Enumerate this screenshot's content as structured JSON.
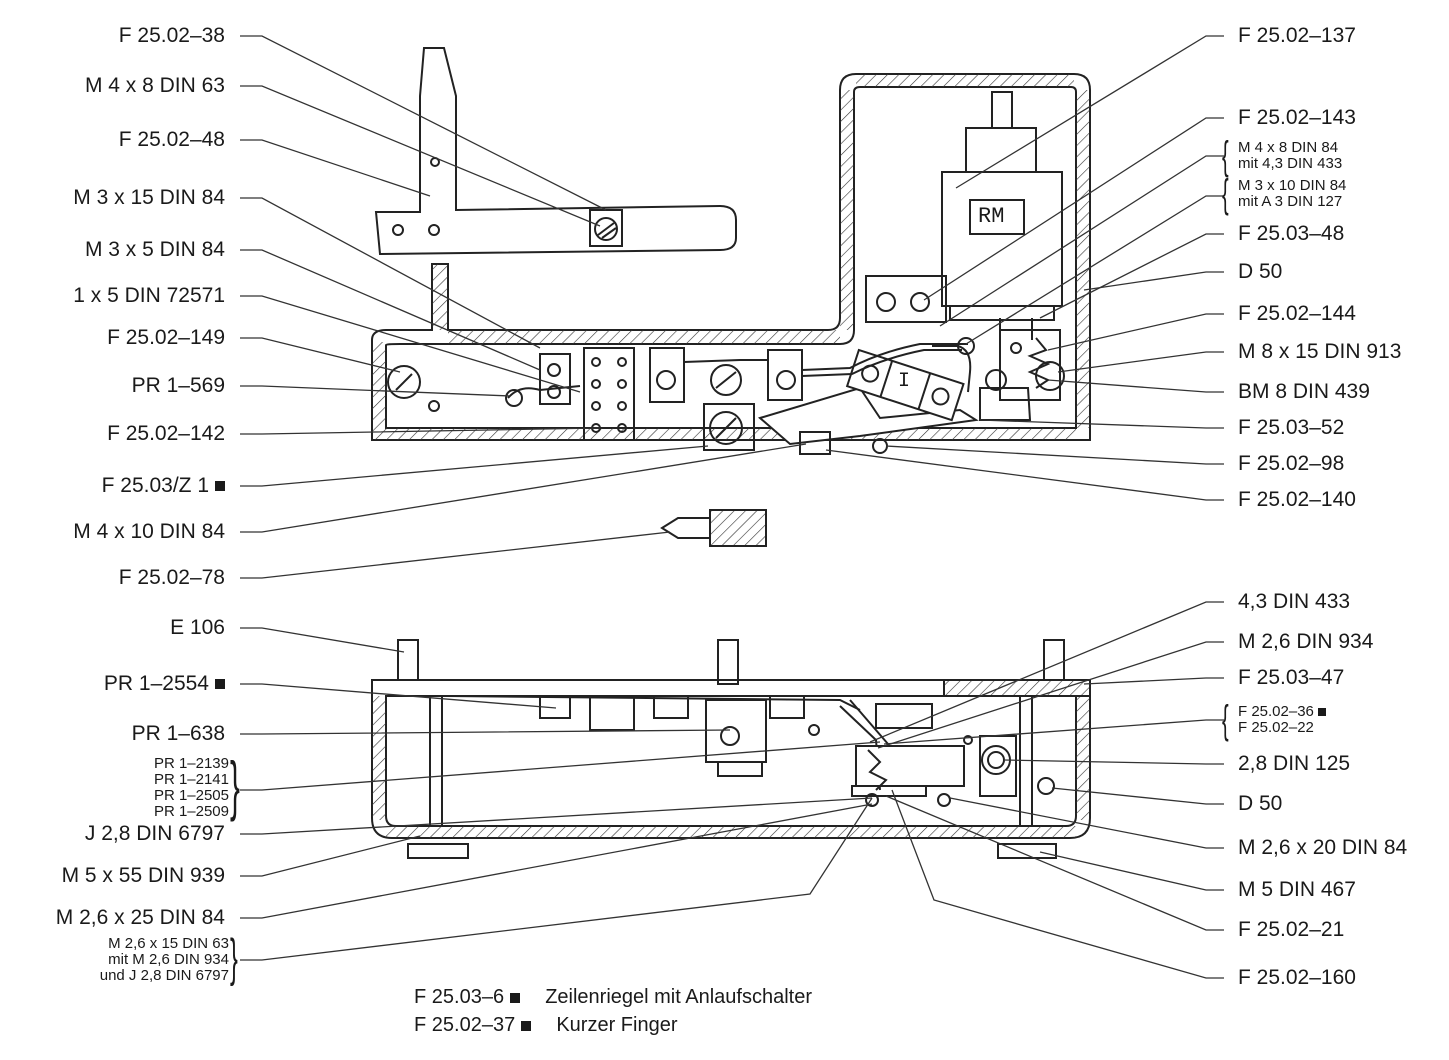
{
  "left_labels": [
    {
      "id": "l1",
      "text": "F  25.02–38"
    },
    {
      "id": "l2",
      "text": "M  4 x 8  DIN 63"
    },
    {
      "id": "l3",
      "text": "F  25.02–48"
    },
    {
      "id": "l4",
      "text": "M  3 x 15  DIN 84"
    },
    {
      "id": "l5",
      "text": "M  3 x 5  DIN 84"
    },
    {
      "id": "l6",
      "text": "1 x 5  DIN 72571"
    },
    {
      "id": "l7",
      "text": "F  25.02–149"
    },
    {
      "id": "l8",
      "text": "PR  1–569"
    },
    {
      "id": "l9",
      "text": "F  25.02–142"
    },
    {
      "id": "l10",
      "text": "F  25.03/Z 1"
    },
    {
      "id": "l11",
      "text": "M  4 x 10  DIN 84"
    },
    {
      "id": "l12",
      "text": "F  25.02–78"
    },
    {
      "id": "l13",
      "text": "E  106"
    },
    {
      "id": "l14",
      "text": "PR  1–2554"
    },
    {
      "id": "l15",
      "text": "PR  1–638"
    },
    {
      "id": "l16a",
      "text": "PR  1–2139"
    },
    {
      "id": "l16b",
      "text": "PR  1–2141"
    },
    {
      "id": "l16c",
      "text": "PR  1–2505"
    },
    {
      "id": "l16d",
      "text": "PR  1–2509"
    },
    {
      "id": "l17",
      "text": "J  2,8  DIN 6797"
    },
    {
      "id": "l18",
      "text": "M  5 x 55  DIN 939"
    },
    {
      "id": "l19",
      "text": "M  2,6 x 25  DIN 84"
    },
    {
      "id": "l20a",
      "text": "M  2,6 x 15  DIN 63"
    },
    {
      "id": "l20b",
      "text": "mit  M  2,6  DIN 934"
    },
    {
      "id": "l20c",
      "text": "und  J  2,8  DIN 6797"
    }
  ],
  "right_labels": [
    {
      "id": "r1",
      "text": "F  25.02–137"
    },
    {
      "id": "r2",
      "text": "F  25.02–143"
    },
    {
      "id": "r3a",
      "text": "M  4 x 8  DIN 84"
    },
    {
      "id": "r3b",
      "text": "mit  4,3  DIN 433"
    },
    {
      "id": "r4a",
      "text": "M  3 x 10  DIN 84"
    },
    {
      "id": "r4b",
      "text": "mit  A  3  DIN 127"
    },
    {
      "id": "r5",
      "text": "F  25.03–48"
    },
    {
      "id": "r6",
      "text": "D  50"
    },
    {
      "id": "r7",
      "text": "F  25.02–144"
    },
    {
      "id": "r8",
      "text": "M  8 x 15  DIN 913"
    },
    {
      "id": "r9",
      "text": "BM  8  DIN 439"
    },
    {
      "id": "r10",
      "text": "F  25.03–52"
    },
    {
      "id": "r11",
      "text": "F  25.02–98"
    },
    {
      "id": "r12",
      "text": "F  25.02–140"
    },
    {
      "id": "r13",
      "text": "4,3  DIN 433"
    },
    {
      "id": "r14",
      "text": "M  2,6  DIN 934"
    },
    {
      "id": "r15",
      "text": "F  25.03–47"
    },
    {
      "id": "r16a",
      "text": "F  25.02–36"
    },
    {
      "id": "r16b",
      "text": "F  25.02–22"
    },
    {
      "id": "r17",
      "text": "2,8  DIN 125"
    },
    {
      "id": "r18",
      "text": "D  50"
    },
    {
      "id": "r19",
      "text": "M  2,6 x 20  DIN 84"
    },
    {
      "id": "r20",
      "text": "M  5  DIN 467"
    },
    {
      "id": "r21",
      "text": "F  25.02–21"
    },
    {
      "id": "r22",
      "text": "F  25.02–160"
    }
  ],
  "diagram_text": {
    "rm": "RM",
    "roman_one": "I"
  },
  "legend": [
    {
      "code": "F  25.03–6",
      "desc": "Zeilenriegel mit Anlaufschalter"
    },
    {
      "code": "F  25.02–37",
      "desc": "Kurzer Finger"
    }
  ]
}
